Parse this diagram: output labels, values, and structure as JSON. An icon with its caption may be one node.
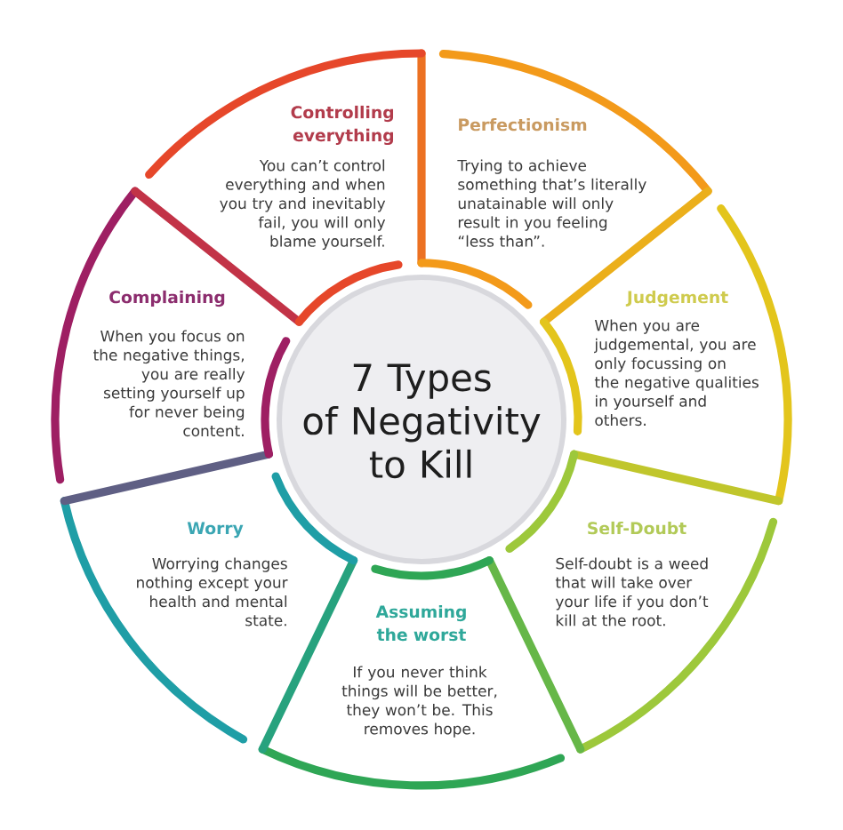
{
  "diagram": {
    "nodes": [
      {
        "text": [
          "7 Types of Negativity to Kill"
        ]
      },
      {
        "text": [
          "Controlling everything",
          "You can’t control everything and when you try and inevitably fail, you will only blame yourself."
        ]
      },
      {
        "text": [
          "Perfectionism",
          "Trying to achieve something that’s literally unatainable will only result in you feeling “less than”."
        ]
      },
      {
        "text": [
          "Judgement",
          "When you are judgemental, you are only focussing on the negative qualities in yourself and others."
        ]
      },
      {
        "text": [
          "Self-Doubt",
          "Self-doubt is a weed that will take over your life if you don’t kill at the root."
        ]
      },
      {
        "text": [
          "Assuming the worst",
          "If you never think things will be better, they won’t be. This removes hope."
        ]
      },
      {
        "text": [
          "Worry",
          "Worrying changes nothing except your health and mental state."
        ]
      },
      {
        "text": [
          "Complaining",
          "When you focus on the negative things, you are really setting yourself up for never being content."
        ]
      }
    ]
  }
}
